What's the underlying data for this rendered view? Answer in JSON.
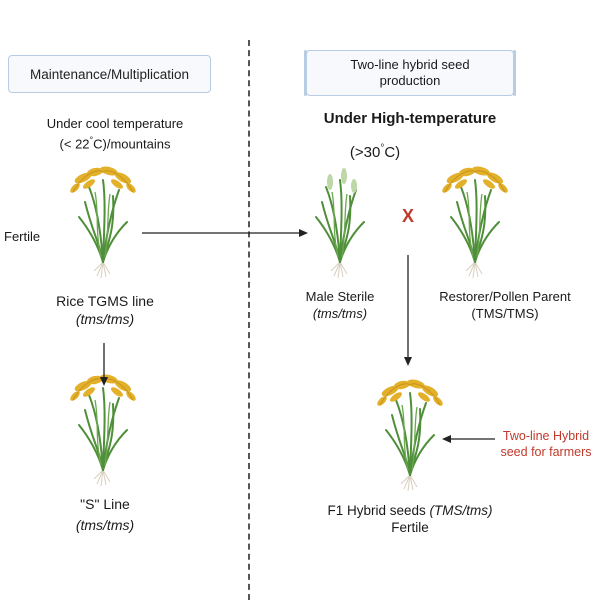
{
  "left": {
    "header": "Maintenance/Multiplication",
    "condition_line1": "Under cool temperature",
    "condition_line2_prefix": "(< 22",
    "condition_line2_suffix": "C)/mountains",
    "fertile_label": "Fertile",
    "tgms_label": "Rice TGMS line",
    "tgms_genotype": "(tms/tms)",
    "s_line_label": "\"S\" Line",
    "s_line_genotype": "(tms/tms)"
  },
  "right": {
    "header": "Two-line hybrid seed production",
    "condition_line1": "Under High-temperature",
    "condition_line2_prefix": "(>30",
    "condition_line2_suffix": "C)",
    "cross_symbol": "X",
    "male_sterile_label": "Male Sterile",
    "male_sterile_genotype": "(tms/tms)",
    "restorer_label": "Restorer/Pollen Parent",
    "restorer_genotype": "(TMS/TMS)",
    "f1_label_prefix": "F1 Hybrid seeds ",
    "f1_genotype": "(TMS/tms)",
    "f1_fertile": "Fertile",
    "farmer_note_line1": "Two-line Hybrid",
    "farmer_note_line2": "seed for farmers"
  },
  "degree_symbol": "°",
  "colors": {
    "box_border": "#b8cce4",
    "cross": "#c0392b",
    "farmer_note": "#c0392b",
    "leaf": "#4f8f3a",
    "grain": "#e3b02a",
    "arrow": "#222222"
  },
  "icons": [
    "rice-plant-icon"
  ]
}
